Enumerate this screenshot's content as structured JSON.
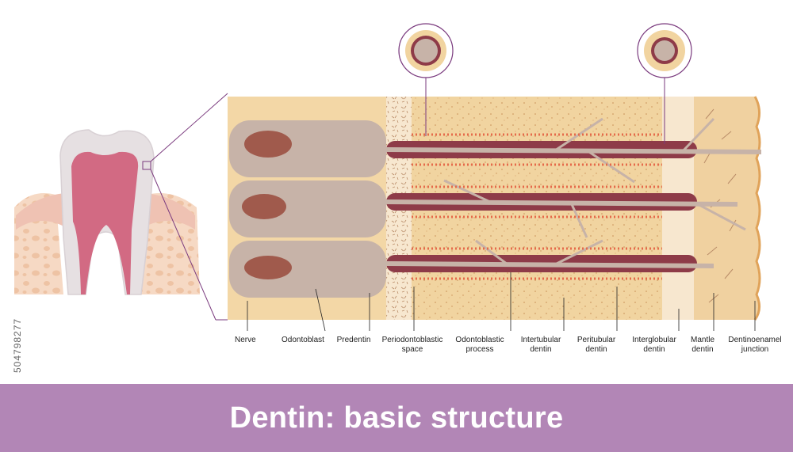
{
  "title": "Dentin: basic structure",
  "stock_id": "504798277",
  "labels": {
    "nerve": "Nerve",
    "odontoblast": "Odontoblast",
    "predentin": "Predentin",
    "periodontoblastic_1": "Periodontoblastic",
    "periodontoblastic_2": "space",
    "odontoblastic_1": "Odontoblastic",
    "odontoblastic_2": "process",
    "intertubular_1": "Intertubular",
    "intertubular_2": "dentin",
    "peritubular_1": "Peritubular",
    "peritubular_2": "dentin",
    "interglobular_1": "Interglobular",
    "interglobular_2": "dentin",
    "mantle_1": "Mantle",
    "mantle_2": "dentin",
    "dej_1": "Dentinoenamel",
    "dej_2": "junction"
  },
  "colors": {
    "pulp_zone": "#f3d7a6",
    "dentin": "#f1d4a0",
    "cell": "#c7b3a8",
    "nucleus": "#a05a4c",
    "tubule": "#8e3b48",
    "predentin": "#f7e7cf",
    "leader": "#7a3a7e",
    "title_bar": "#b286b6",
    "tooth_pulp": "#c95b76",
    "gum": "#f0c8b8"
  }
}
